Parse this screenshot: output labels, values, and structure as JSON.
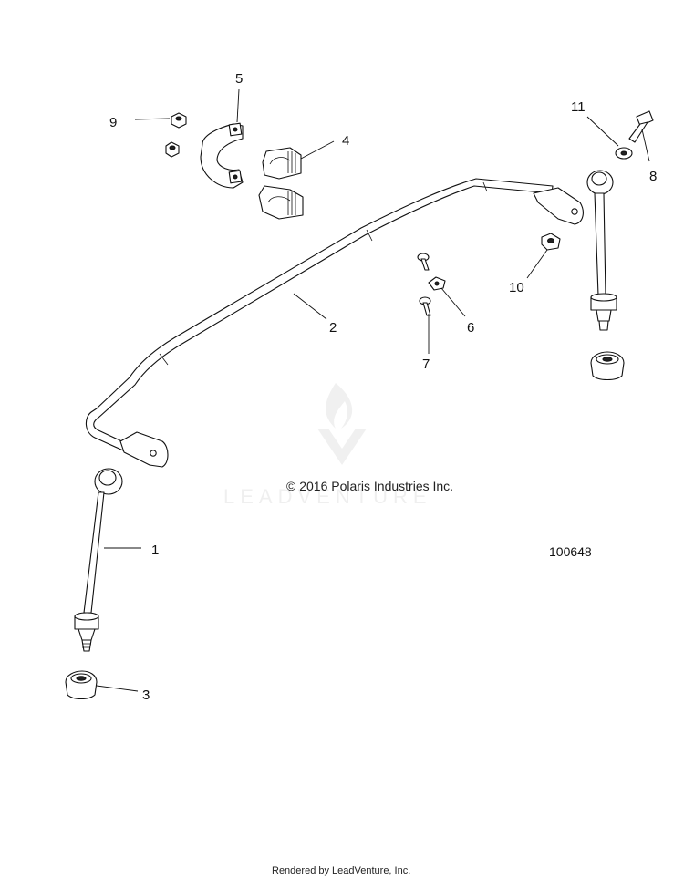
{
  "diagram": {
    "copyright": "© 2016 Polaris Industries Inc.",
    "part_number": "100648",
    "footer": "Rendered by LeadVenture, Inc.",
    "watermark_logo": "LEADVENTURE",
    "callouts": [
      {
        "id": "c1",
        "label": "1"
      },
      {
        "id": "c2",
        "label": "2"
      },
      {
        "id": "c3",
        "label": "3"
      },
      {
        "id": "c4",
        "label": "4"
      },
      {
        "id": "c5",
        "label": "5"
      },
      {
        "id": "c6",
        "label": "6"
      },
      {
        "id": "c7",
        "label": "7"
      },
      {
        "id": "c8",
        "label": "8"
      },
      {
        "id": "c9",
        "label": "9"
      },
      {
        "id": "c10",
        "label": "10"
      },
      {
        "id": "c11",
        "label": "11"
      }
    ]
  }
}
